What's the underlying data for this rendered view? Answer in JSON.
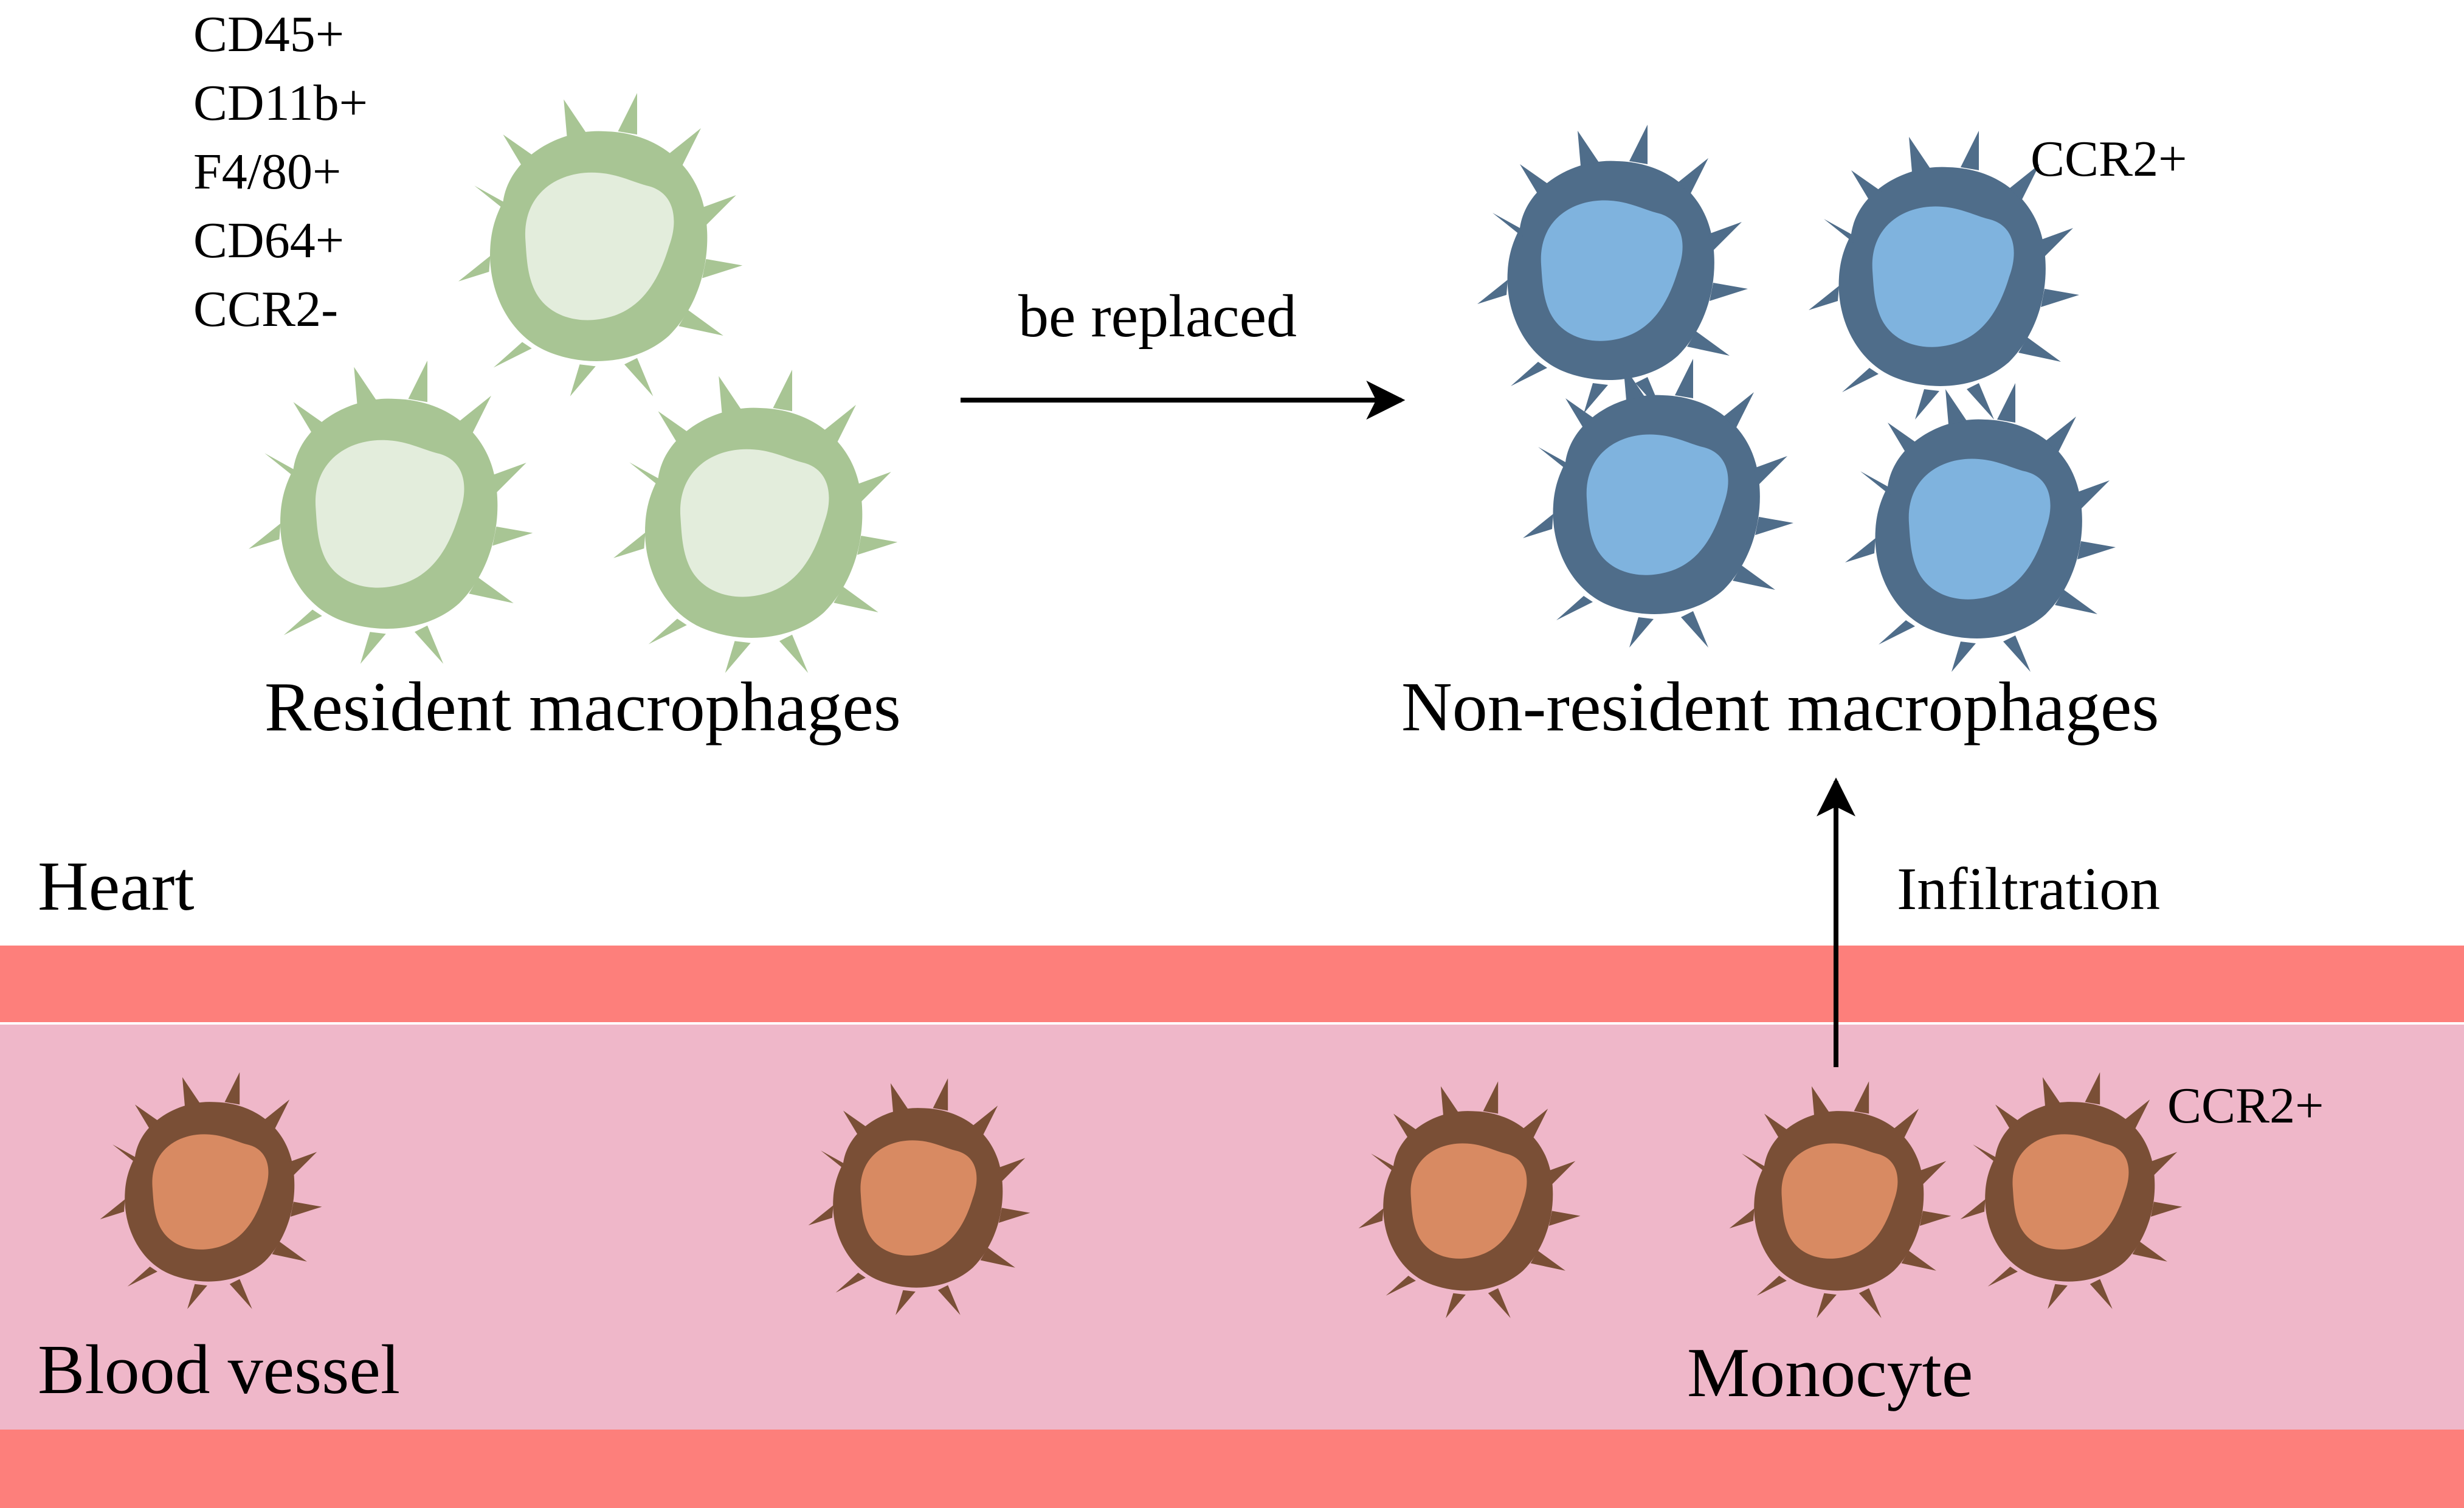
{
  "markers": [
    "CD45+",
    "CD11b+",
    "F4/80+",
    "CD64+",
    "CCR2-"
  ],
  "labels": {
    "resident": "Resident macrophages",
    "non_resident": "Non-resident macrophages",
    "replaced": "be replaced",
    "heart": "Heart",
    "infiltration": "Infiltration",
    "ccr2_macro": "CCR2+",
    "ccr2_mono": "CCR2+",
    "blood_vessel": "Blood vessel",
    "monocyte": "Monocyte"
  },
  "colors": {
    "vessel_wall": "#fd7f7b",
    "vessel_lumen": "#efb7c9",
    "resident_body": "#a8c594",
    "resident_nucleus": "#e3eddc",
    "nonresident_body": "#4f6d8a",
    "nonresident_nucleus": "#7fb3de",
    "monocyte_body": "#7a4f36",
    "monocyte_nucleus": "#d88a62",
    "arrow": "#000000"
  }
}
